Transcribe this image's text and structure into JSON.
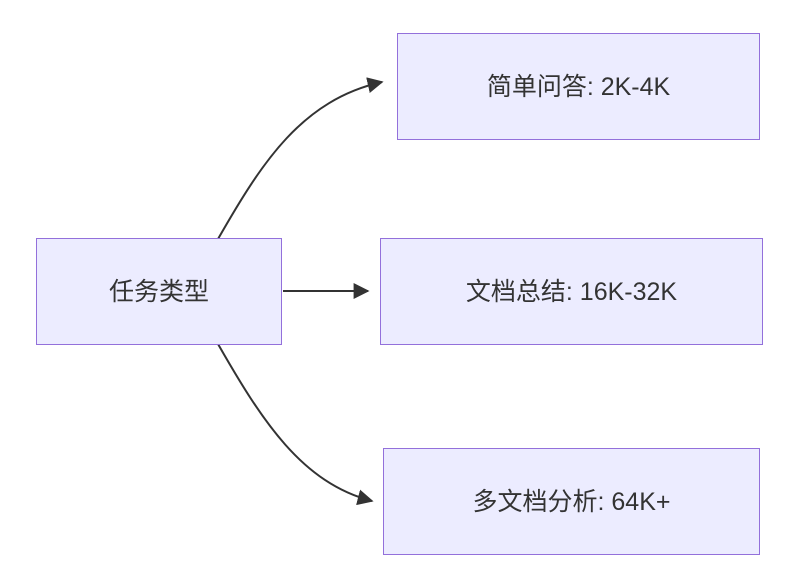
{
  "diagram": {
    "type": "flowchart",
    "direction": "left-to-right",
    "root": {
      "label": "任务类型"
    },
    "nodes": [
      {
        "id": "simple-qa",
        "label": "简单问答: 2K-4K"
      },
      {
        "id": "doc-summary",
        "label": "文档总结: 16K-32K"
      },
      {
        "id": "multi-doc",
        "label": "多文档分析: 64K+"
      }
    ],
    "edges": [
      {
        "from": "任务类型",
        "to": "简单问答: 2K-4K"
      },
      {
        "from": "任务类型",
        "to": "文档总结: 16K-32K"
      },
      {
        "from": "任务类型",
        "to": "多文档分析: 64K+"
      }
    ],
    "colors": {
      "node_fill": "#ECECFF",
      "node_border": "#9370DB",
      "arrow": "#333333",
      "text": "#333333",
      "background": "#ffffff"
    }
  }
}
